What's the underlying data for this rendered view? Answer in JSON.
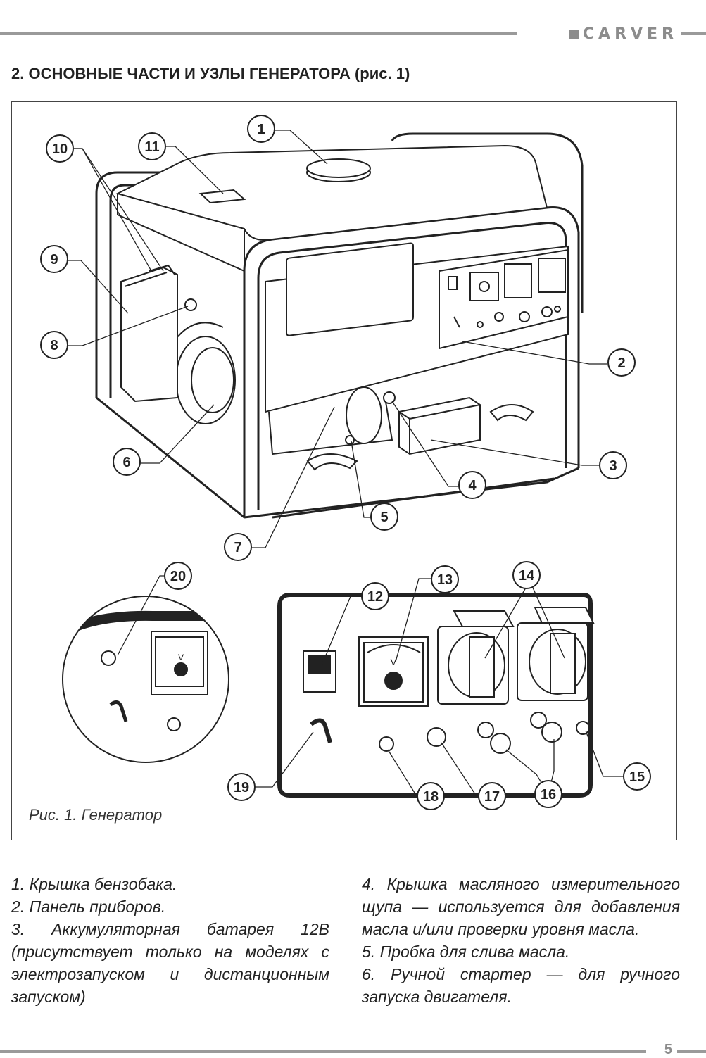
{
  "header": {
    "brand": "CARVER"
  },
  "section_title": "2. ОСНОВНЫЕ ЧАСТИ И УЗЛЫ ГЕНЕРАТОРА (рис. 1)",
  "figure": {
    "caption": "Рис. 1. Генератор",
    "callouts": [
      "1",
      "2",
      "3",
      "4",
      "5",
      "6",
      "7",
      "8",
      "9",
      "10",
      "11",
      "12",
      "13",
      "14",
      "15",
      "16",
      "17",
      "18",
      "19",
      "20"
    ],
    "voltmeter_label": "V"
  },
  "legend_left": [
    "1. Крышка бензобака.",
    "2. Панель приборов.",
    "3. Аккумуляторная батарея 12В (присутствует только на моделях с электрозапуском и дистанционным запуском)"
  ],
  "legend_right": [
    "4. Крышка масляного измерительного щупа — используется для добавления масла и/или проверки уровня масла.",
    "5. Пробка для слива масла.",
    "6. Ручной стартер — для ручного запуска двигателя."
  ],
  "footer": {
    "page_number": "5"
  }
}
